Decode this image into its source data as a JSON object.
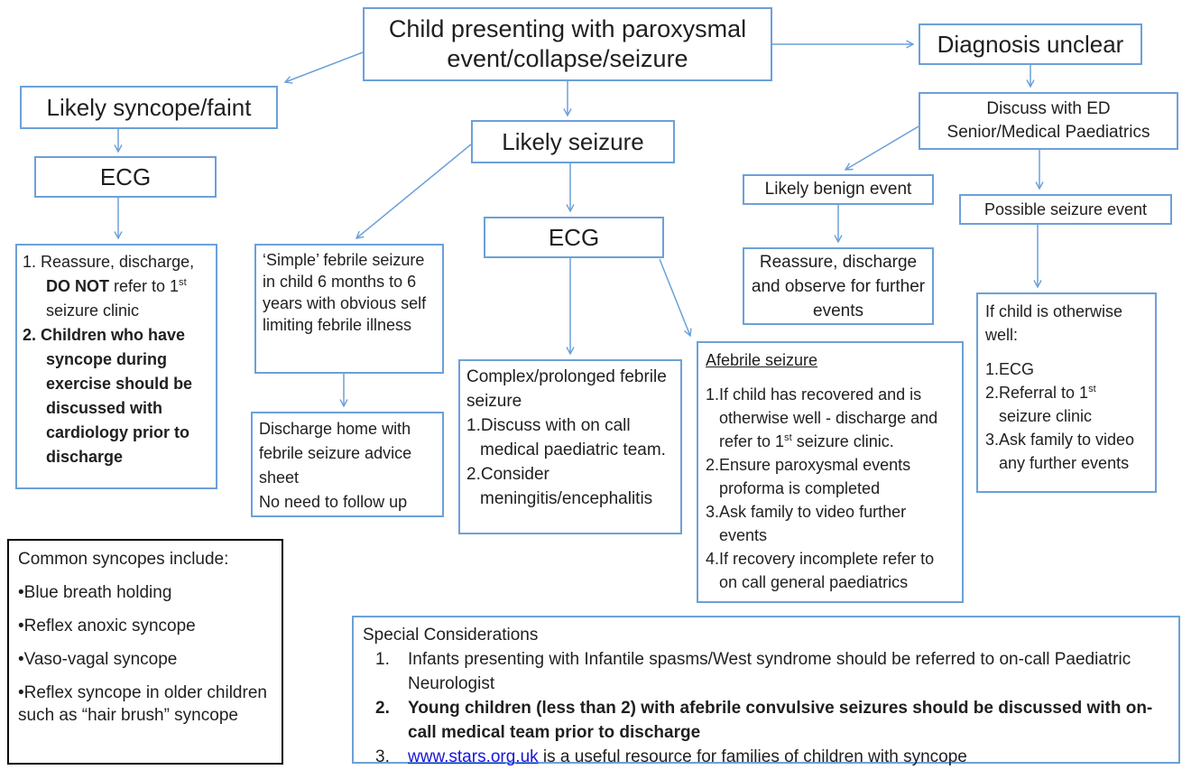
{
  "colors": {
    "box_border": "#6ca0d8",
    "arrow_color": "#6ca0d8",
    "black_border": "#000000",
    "text_color": "#1f1f1f",
    "link_color": "#1a16d9"
  },
  "root": {
    "label": "Child presenting with paroxysmal event/collapse/seizure"
  },
  "syncope_branch": {
    "label": "Likely syncope/faint",
    "ecg_label": "ECG",
    "actions": {
      "item1_pre": "1. Reassure, discharge, ",
      "item1_bold": "DO NOT",
      "item1_mid": " refer to 1",
      "item1_sup": "st",
      "item1_post": " seizure clinic",
      "item2": "2. Children who have syncope during exercise should be discussed with cardiology prior to discharge"
    },
    "common_syncopes": {
      "heading": "Common syncopes include:",
      "bullet1": "•Blue breath holding",
      "bullet2": "•Reflex anoxic syncope",
      "bullet3": "•Vaso-vagal syncope",
      "bullet4": "•Reflex syncope in older children such as “hair brush” syncope"
    }
  },
  "seizure_branch": {
    "label": "Likely seizure",
    "ecg_label": "ECG",
    "simple_febrile": "‘Simple’ febrile seizure in child 6 months to 6 years with obvious self limiting febrile illness",
    "discharge_line1": "Discharge home with febrile seizure advice sheet",
    "discharge_line2": "No need to follow up",
    "complex": {
      "heading": "Complex/prolonged febrile seizure",
      "item1": "1.Discuss with on call medical paediatric team.",
      "item2": "2.Consider meningitis/encephalitis"
    },
    "afebrile": {
      "heading": "Afebrile seizure",
      "item1_pre": "1.If child has recovered and is otherwise well - discharge and refer to 1",
      "item1_sup": "st",
      "item1_post": " seizure clinic.",
      "item2": "2.Ensure paroxysmal events proforma is completed",
      "item3": "3.Ask family to video further events",
      "item4": "4.If recovery incomplete refer to on call general paediatrics"
    }
  },
  "unclear_branch": {
    "label": "Diagnosis unclear",
    "discuss_line1": "Discuss with ED",
    "discuss_line2": "Senior/Medical Paediatrics",
    "benign_label": "Likely benign event",
    "benign_action": "Reassure, discharge and observe for further events",
    "possible_label": "Possible seizure event",
    "well": {
      "heading": "If child is otherwise well:",
      "item1": "1.ECG",
      "item2_pre": "2.Referral to 1",
      "item2_sup": "st",
      "item2_post": " seizure clinic",
      "item3": "3.Ask family to video any further events"
    }
  },
  "special": {
    "heading": "Special Considerations",
    "item1_num": "1.",
    "item1": "Infants presenting with Infantile spasms/West syndrome should be referred to on-call Paediatric Neurologist",
    "item2_num": "2.",
    "item2": "Young children (less than 2) with afebrile convulsive seizures should be discussed with on-call medical team prior to discharge",
    "item3_num": "3.",
    "item3_link": "www.stars.org.uk",
    "item3_rest": " is a useful resource for families of children with syncope"
  }
}
